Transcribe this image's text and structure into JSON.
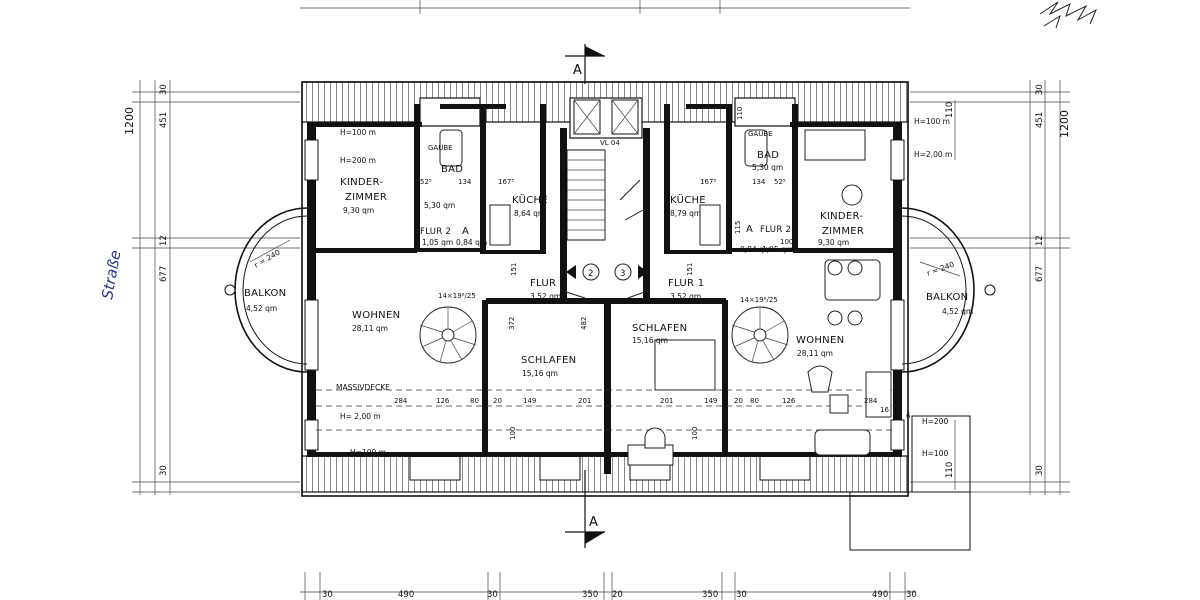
{
  "north_marker": "north-arrow-icon",
  "section": {
    "top": "A",
    "bottom": "A"
  },
  "stair_marks": [
    "2",
    "3"
  ],
  "handwritten_street": "Straße",
  "rooms": {
    "kinder_left": {
      "name1": "KINDER-",
      "name2": "ZIMMER",
      "area": "9,30 qm"
    },
    "gaube_left": "GAUBE",
    "bad_left": {
      "name": "BAD",
      "area": "5,30 qm"
    },
    "kueche_left": {
      "name": "KÜCHE",
      "area": "8,64 qm"
    },
    "flur2_left": {
      "name": "FLUR 2",
      "area": "1,05 qm"
    },
    "a_left": {
      "name": "A",
      "area": "0,84 qm"
    },
    "vl": "VL 04",
    "kueche_right": {
      "name": "KÜCHE",
      "area": "8,79 qm"
    },
    "bad_right": {
      "name": "BAD",
      "area": "5,30 qm"
    },
    "gaube_right": "GAUBE",
    "kinder_right": {
      "name1": "KINDER-",
      "name2": "ZIMMER",
      "area": "9,30 qm"
    },
    "flur2_right": {
      "name": "FLUR 2",
      "area": "1,05 qm"
    },
    "a_right": {
      "name": "A",
      "area": "0,84 qm"
    },
    "balkon_left": {
      "name": "BALKON",
      "area": "4,52 qm",
      "radius": "r = 240"
    },
    "wohnen_left": {
      "name": "WOHNEN",
      "area": "28,11 qm"
    },
    "flur1_left": {
      "name": "FLUR 1",
      "area": "3,52 qm"
    },
    "flur1_right": {
      "name": "FLUR 1",
      "area": "3,52 qm"
    },
    "schlafen_left": {
      "name": "SCHLAFEN",
      "area": "15,16 qm"
    },
    "schlafen_right": {
      "name": "SCHLAFEN",
      "area": "15,16 qm"
    },
    "wohnen_right": {
      "name": "WOHNEN",
      "area": "28,11 qm"
    },
    "balkon_right": {
      "name": "BALKON",
      "area": "4,52 qm",
      "radius": "r = 240"
    },
    "stair_left": "14×19⁶/25",
    "stair_right": "14×19⁶/25",
    "massivdecke": "MASSIVDECKE"
  },
  "heights": {
    "h100_tl": "H=100 m",
    "h200_tl": "H=200 m",
    "h100_tr": "H=100 m",
    "h200_tr": "H=2,00 m",
    "h200_bl": "H= 2,00 m",
    "h100_bl": "H=100 m",
    "h200_br": "H=200",
    "h100_br": "H=100"
  },
  "dims_left_scale": [
    "1200",
    "451",
    "30",
    "677",
    "12",
    "30"
  ],
  "dims_right_scale": [
    "1200",
    "110",
    "451",
    "30",
    "677",
    "12",
    "30",
    "110"
  ],
  "dims_bottom": [
    "30",
    "490",
    "30",
    "350",
    "20",
    "350",
    "30",
    "490",
    "30"
  ],
  "dims_inner": [
    "284",
    "126",
    "80",
    "20",
    "149",
    "201",
    "201",
    "149",
    "20",
    "80",
    "126",
    "284",
    "100",
    "100",
    "482",
    "372",
    "151",
    "151",
    "52⁵",
    "134",
    "167⁵",
    "167⁵",
    "134",
    "52⁵",
    "110",
    "115",
    "100",
    "6",
    "16"
  ]
}
